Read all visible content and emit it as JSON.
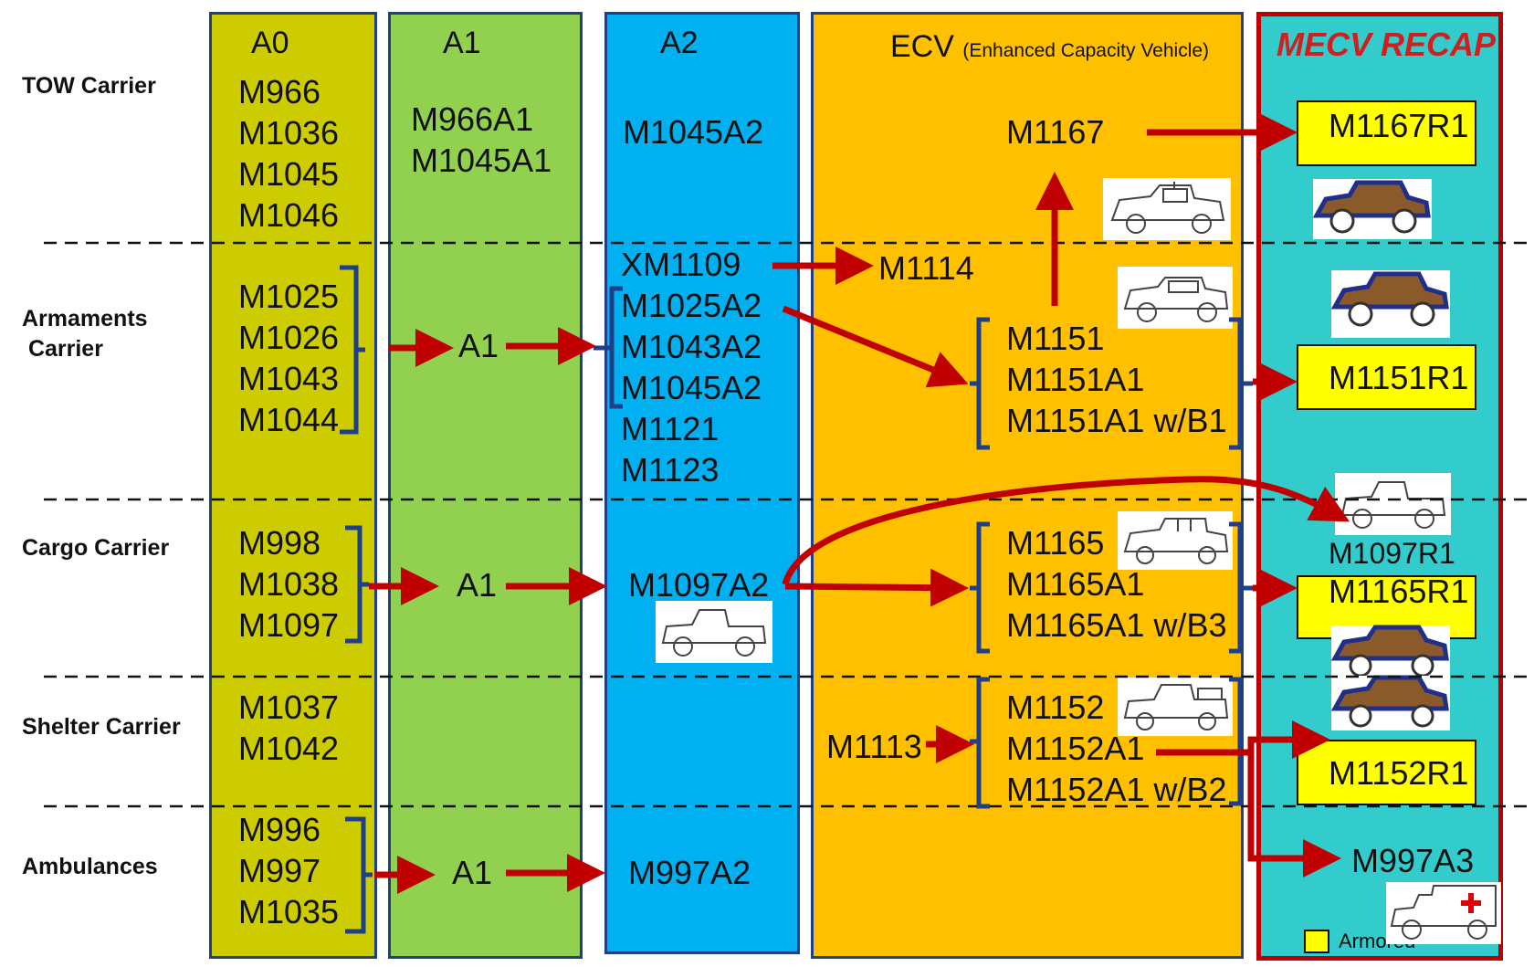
{
  "columns": {
    "a0": "A0",
    "a1": "A1",
    "a2": "A2",
    "ecv": "ECV",
    "ecv_sub": "(Enhanced Capacity Vehicle)",
    "mecv": "MECV RECAP"
  },
  "rows": {
    "tow": "TOW Carrier",
    "armaments": "Armaments\n Carrier",
    "cargo": "Cargo Carrier",
    "shelter": "Shelter Carrier",
    "ambulances": "Ambulances"
  },
  "tow": {
    "a0": [
      "M966",
      "M1036",
      "M1045",
      "M1046"
    ],
    "a1": [
      "M966A1",
      "M1045A1"
    ],
    "a2": "M1045A2",
    "ecv": "M1167",
    "recap": "M1167R1"
  },
  "armaments": {
    "a0": [
      "M1025",
      "M1026",
      "M1043",
      "M1044"
    ],
    "a1": "A1",
    "a2": [
      "XM1109",
      "M1025A2",
      "M1043A2",
      "M1045A2",
      "M1121",
      "M1123"
    ],
    "ecv_mid": "M1114",
    "ecv": [
      "M1151",
      "M1151A1",
      "M1151A1 w/B1"
    ],
    "recap": "M1151R1"
  },
  "cargo": {
    "a0": [
      "M998",
      "M1038",
      "M1097"
    ],
    "a1": "A1",
    "a2": "M1097A2",
    "ecv": [
      "M1165",
      "M1165A1",
      "M1165A1 w/B3"
    ],
    "recap_top": "M1097R1",
    "recap": "M1165R1"
  },
  "shelter": {
    "a0": [
      "M1037",
      "M1042"
    ],
    "ecv_mid": "M1113",
    "ecv": [
      "M1152",
      "M1152A1",
      "M1152A1 w/B2"
    ],
    "recap": "M1152R1"
  },
  "ambulances": {
    "a0": [
      "M996",
      "M997",
      "M1035"
    ],
    "a1": "A1",
    "a2": "M997A2",
    "recap": "M997A3"
  },
  "legend": {
    "label": "Armored",
    "color": "#ffff00"
  },
  "colors": {
    "a0": "#cccc00",
    "a1": "#92d050",
    "a2": "#00b0f0",
    "ecv": "#ffc000",
    "mecv": "#33cccc",
    "arrow": "#c00000",
    "bracket": "#1f3f8a",
    "armored": "#ffff00"
  }
}
